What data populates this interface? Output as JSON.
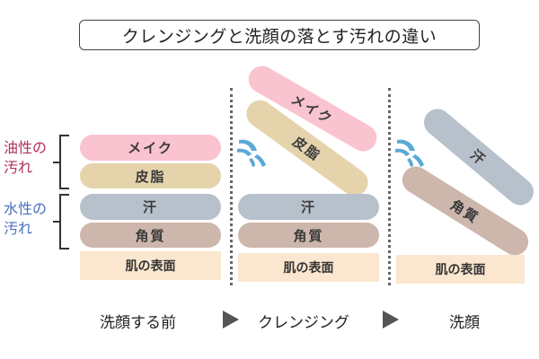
{
  "title": "クレンジングと洗顔の落とす汚れの違い",
  "groups": {
    "oil": "油性の\n汚れ",
    "water": "水性の\n汚れ"
  },
  "layers": {
    "makeup": "メイク",
    "sebum": "皮脂",
    "sweat": "汗",
    "keratin": "角質",
    "surface": "肌の表面"
  },
  "steps": {
    "before": "洗顔する前",
    "cleansing": "クレンジング",
    "wash": "洗顔"
  },
  "colors": {
    "makeup": "#f9c3cf",
    "sebum": "#e5d3ac",
    "sweat": "#b7c1cc",
    "keratin": "#cdb6ac",
    "surface": "#fbe7cf",
    "water_splash": "#5aa9d6",
    "oil_label": "#b0305c",
    "water_label": "#4a6fc0"
  }
}
